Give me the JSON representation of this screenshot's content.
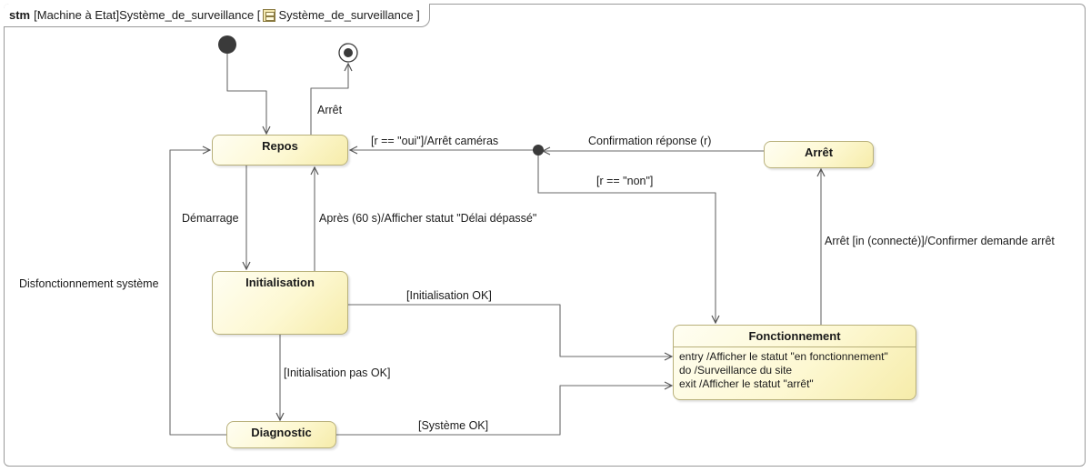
{
  "frame": {
    "keyword": "stm",
    "title": "[Machine à Etat]Système_de_surveillance [",
    "owner": "Système_de_surveillance ]",
    "icon": "state-machine-icon"
  },
  "states": {
    "repos": "Repos",
    "initialisation": "Initialisation",
    "diagnostic": "Diagnostic",
    "arret": "Arrêt",
    "fonctionnement": "Fonctionnement"
  },
  "fonctionnement_activities": [
    "entry  /Afficher le statut \"en fonctionnement\"",
    "do  /Surveillance du site",
    "exit  /Afficher le statut \"arrêt\""
  ],
  "transitions": {
    "arret_final": "Arrêt",
    "oui": "[r == \"oui\"]/Arrêt caméras",
    "confirmation": "Confirmation réponse (r)",
    "non": "[r == \"non\"]",
    "demarrage": "Démarrage",
    "delai": "Après (60 s)/Afficher statut \"Délai dépassé\"",
    "connecte": "Arrêt [in (connecté)]/Confirmer demande arrêt",
    "disfonctionnement": "Disfonctionnement système",
    "init_ok": "[Initialisation OK]",
    "init_pas_ok": "[Initialisation pas OK]",
    "systeme_ok": "[Système OK]"
  }
}
